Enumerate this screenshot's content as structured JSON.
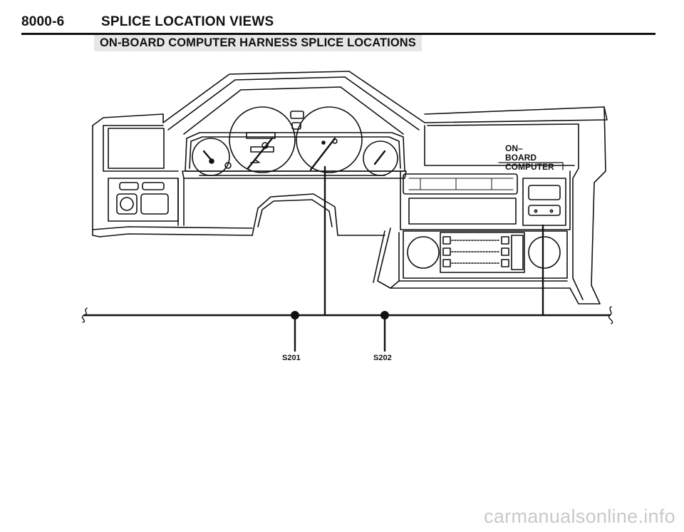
{
  "header": {
    "page_number": "8000-6",
    "title": "SPLICE LOCATION VIEWS"
  },
  "subtitle": "ON-BOARD COMPUTER HARNESS SPLICE LOCATIONS",
  "labels": {
    "obc_line1": "ON–",
    "obc_line2": "BOARD",
    "obc_line3": "COMPUTER",
    "splice_1": "S201",
    "splice_2": "S202"
  },
  "watermark": "carmanualsonline.info"
}
